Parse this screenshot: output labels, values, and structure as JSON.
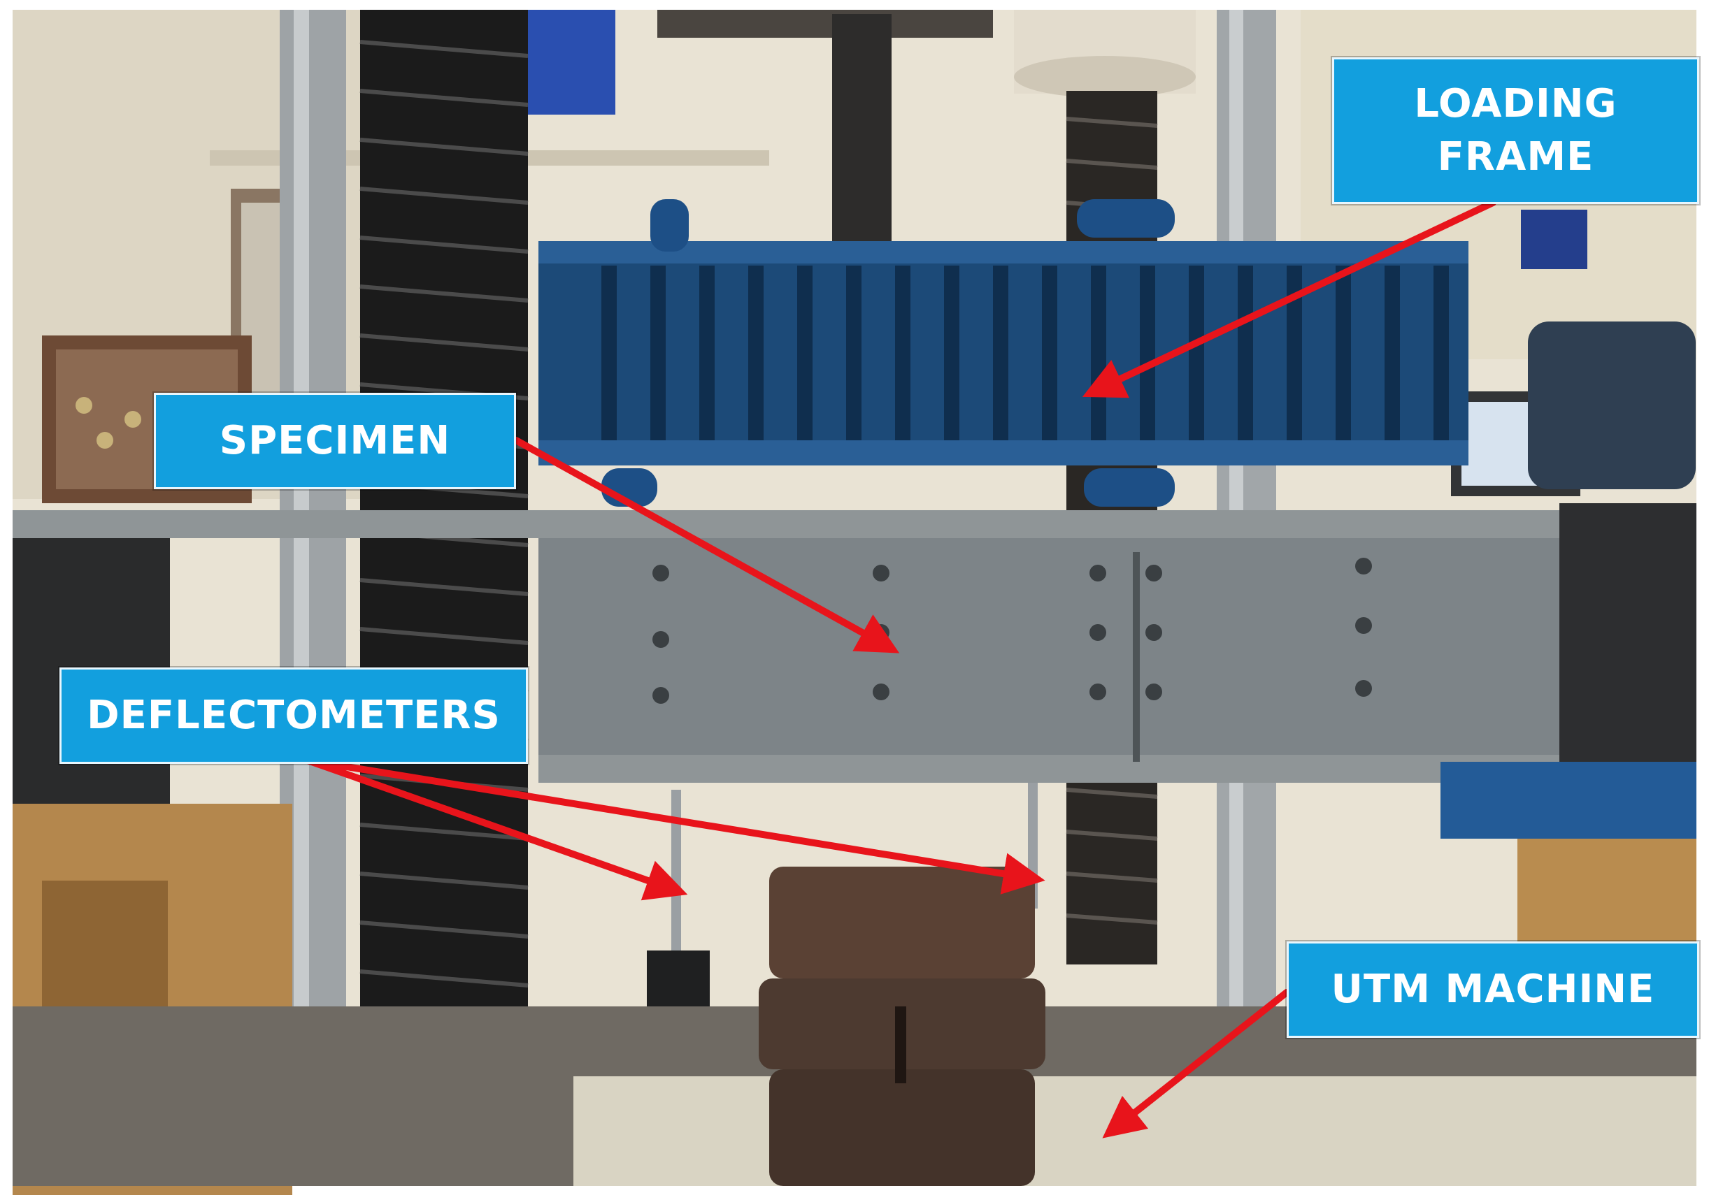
{
  "labels": {
    "loading_frame_line1": "LOADING",
    "loading_frame_line2": "FRAME",
    "specimen": "SPECIMEN",
    "deflectometers": "DEFLECTOMETERS",
    "utm_machine": "UTM MACHINE"
  },
  "colors": {
    "label_background": "#129fde",
    "label_text": "#ffffff",
    "arrow": "#e8141b",
    "loading_frame": "#1c4a78",
    "specimen_beam": "#7d8488"
  }
}
